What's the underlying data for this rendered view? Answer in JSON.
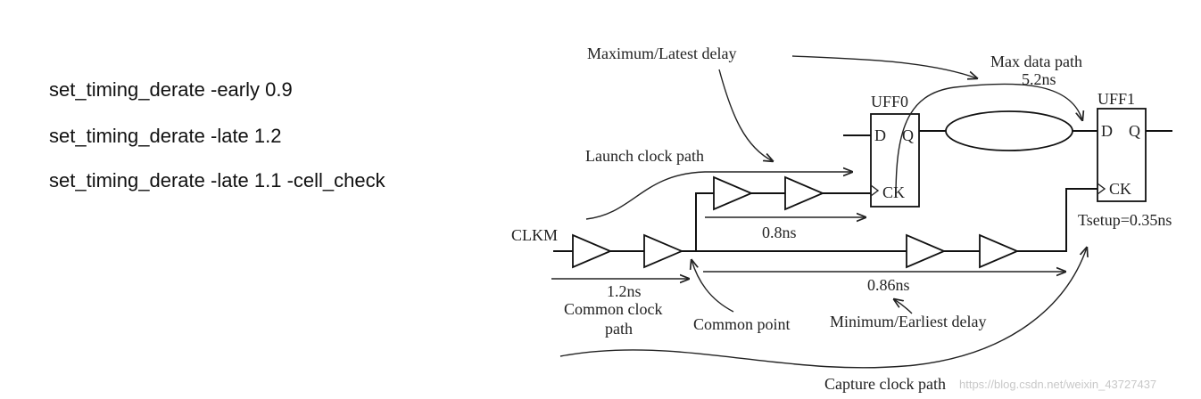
{
  "commands": [
    "set_timing_derate -early 0.9",
    "set_timing_derate -late 1.2",
    "set_timing_derate -late 1.1 -cell_check"
  ],
  "diagram": {
    "max_delay_label": "Maximum/Latest delay",
    "max_data_path_label": "Max data path",
    "max_data_path_value": "5.2ns",
    "uff0_label": "UFF0",
    "uff1_label": "UFF1",
    "pin_d": "D",
    "pin_q": "Q",
    "pin_ck": "CK",
    "launch_clock_path_label": "Launch clock path",
    "clkm_label": "CLKM",
    "launch_branch_delay": "0.8ns",
    "tsetup_label": "Tsetup=0.35ns",
    "common_delay": "1.2ns",
    "capture_branch_delay": "0.86ns",
    "common_clock_path_line1": "Common clock",
    "common_clock_path_line2": "path",
    "common_point_label": "Common point",
    "min_delay_label": "Minimum/Earliest delay",
    "capture_clock_path_label": "Capture clock path",
    "watermark": "https://blog.csdn.net/weixin_43727437"
  }
}
